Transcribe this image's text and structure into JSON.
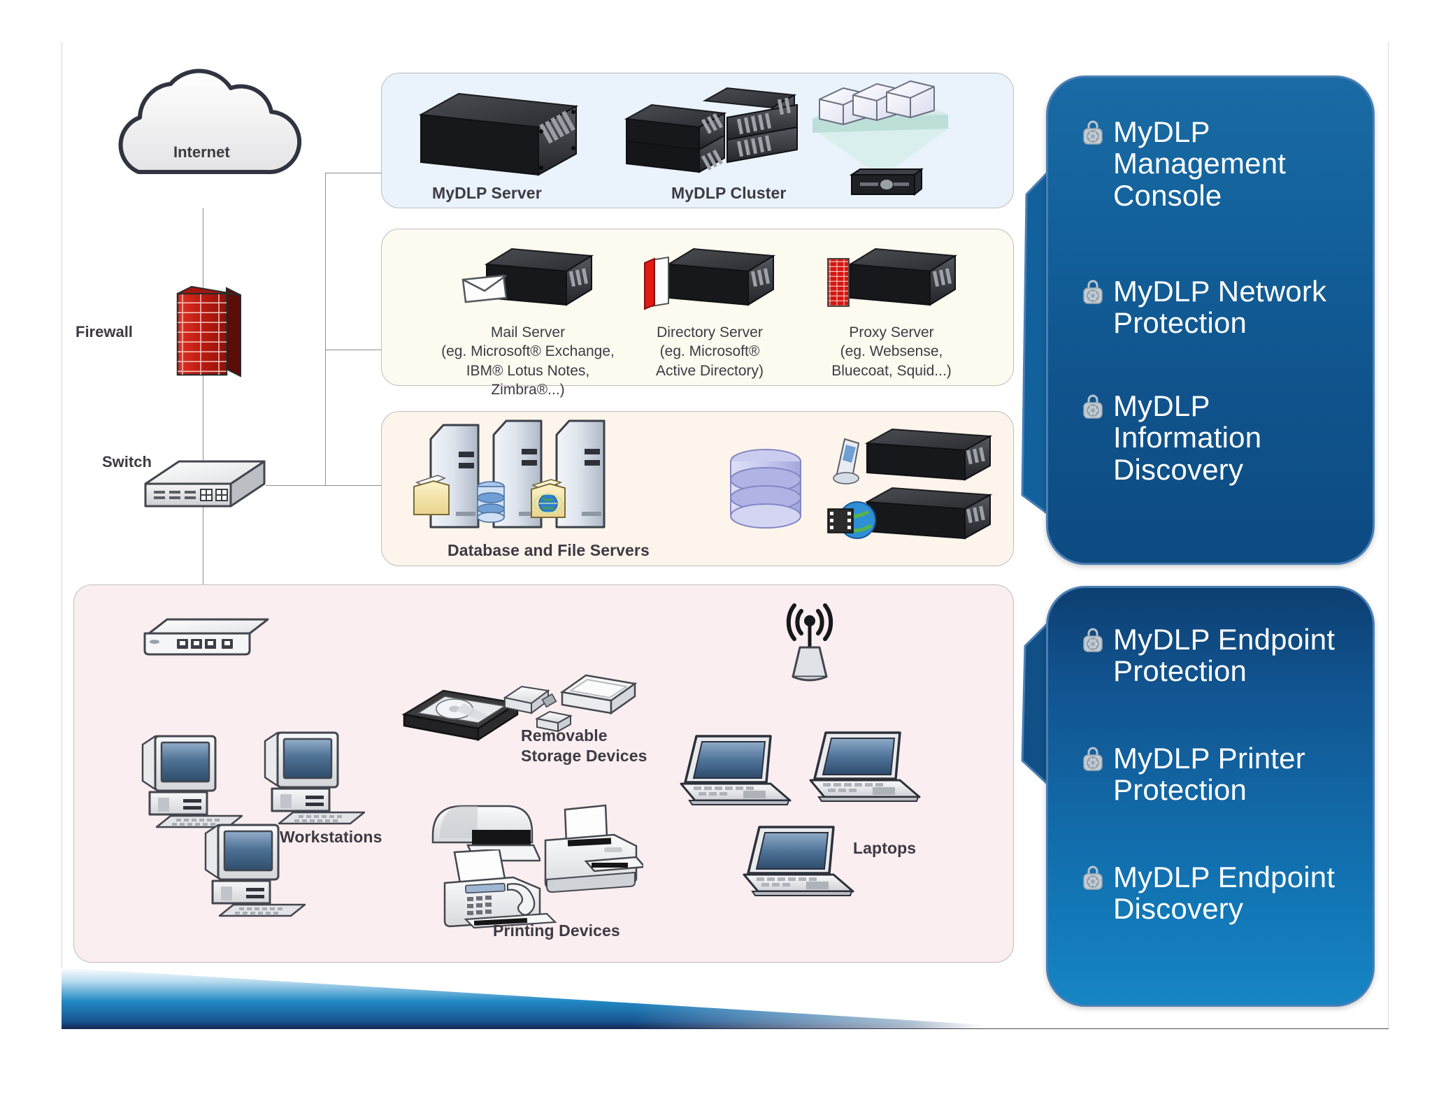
{
  "diagram": {
    "title": "MyDLP Network Deployment Architecture",
    "network_nodes": [
      {
        "id": "internet",
        "label": "Internet",
        "icon": "cloud-icon"
      },
      {
        "id": "firewall",
        "label": "Firewall",
        "icon": "firewall-brick-icon"
      },
      {
        "id": "switch",
        "label": "Switch",
        "icon": "network-switch-icon"
      }
    ],
    "zones": [
      {
        "id": "mydlp-servers",
        "background": "#eaf2fb",
        "items": [
          {
            "label": "MyDLP Server",
            "icon": "rack-server-icon"
          },
          {
            "label": "MyDLP Cluster",
            "icon": "rack-server-cluster-icon"
          },
          {
            "label": "",
            "icon": "virtualization-icon"
          }
        ]
      },
      {
        "id": "network-services",
        "background": "#fdfbf0",
        "items": [
          {
            "label": "Mail Server\n(eg. Microsoft® Exchange,\nIBM® Lotus Notes,\nZimbra®...)",
            "icon": "mail-server-icon"
          },
          {
            "label": "Directory Server\n(eg. Microsoft®\nActive Directory)",
            "icon": "directory-server-icon"
          },
          {
            "label": "Proxy Server\n(eg. Websense,\nBluecoat, Squid...)",
            "icon": "proxy-server-icon"
          }
        ]
      },
      {
        "id": "data-stores",
        "background": "#fdf4ec",
        "items": [
          {
            "label": "Database and File Servers",
            "icon": "tower-servers-icon"
          }
        ]
      },
      {
        "id": "endpoints",
        "background": "#fbeef0",
        "items": [
          {
            "label": "Workstations",
            "icon": "desktop-computer-icon"
          },
          {
            "label": "Removable\nStorage Devices",
            "icon": "removable-storage-icon"
          },
          {
            "label": "Printing Devices",
            "icon": "printer-icon"
          },
          {
            "label": "Laptops",
            "icon": "laptop-icon"
          }
        ]
      }
    ]
  },
  "callouts": [
    {
      "id": "network-side-products",
      "accent": "#11619b",
      "items": [
        {
          "icon": "padlock-icon",
          "label": "MyDLP\nManagement\nConsole"
        },
        {
          "icon": "padlock-icon",
          "label": "MyDLP Network\nProtection"
        },
        {
          "icon": "padlock-icon",
          "label": "MyDLP\nInformation\nDiscovery"
        }
      ]
    },
    {
      "id": "endpoint-side-products",
      "accent": "#1279b8",
      "items": [
        {
          "icon": "padlock-icon",
          "label": "MyDLP Endpoint\nProtection"
        },
        {
          "icon": "padlock-icon",
          "label": "MyDLP Printer\nProtection"
        },
        {
          "icon": "padlock-icon",
          "label": "MyDLP Endpoint\nDiscovery"
        }
      ]
    }
  ],
  "colors": {
    "brand_blue": "#11619b",
    "brand_blue_light": "#1785c4",
    "firewall_red": "#c21a1a",
    "text_dark": "#3d3a43",
    "line_gray": "#8d8d93"
  }
}
